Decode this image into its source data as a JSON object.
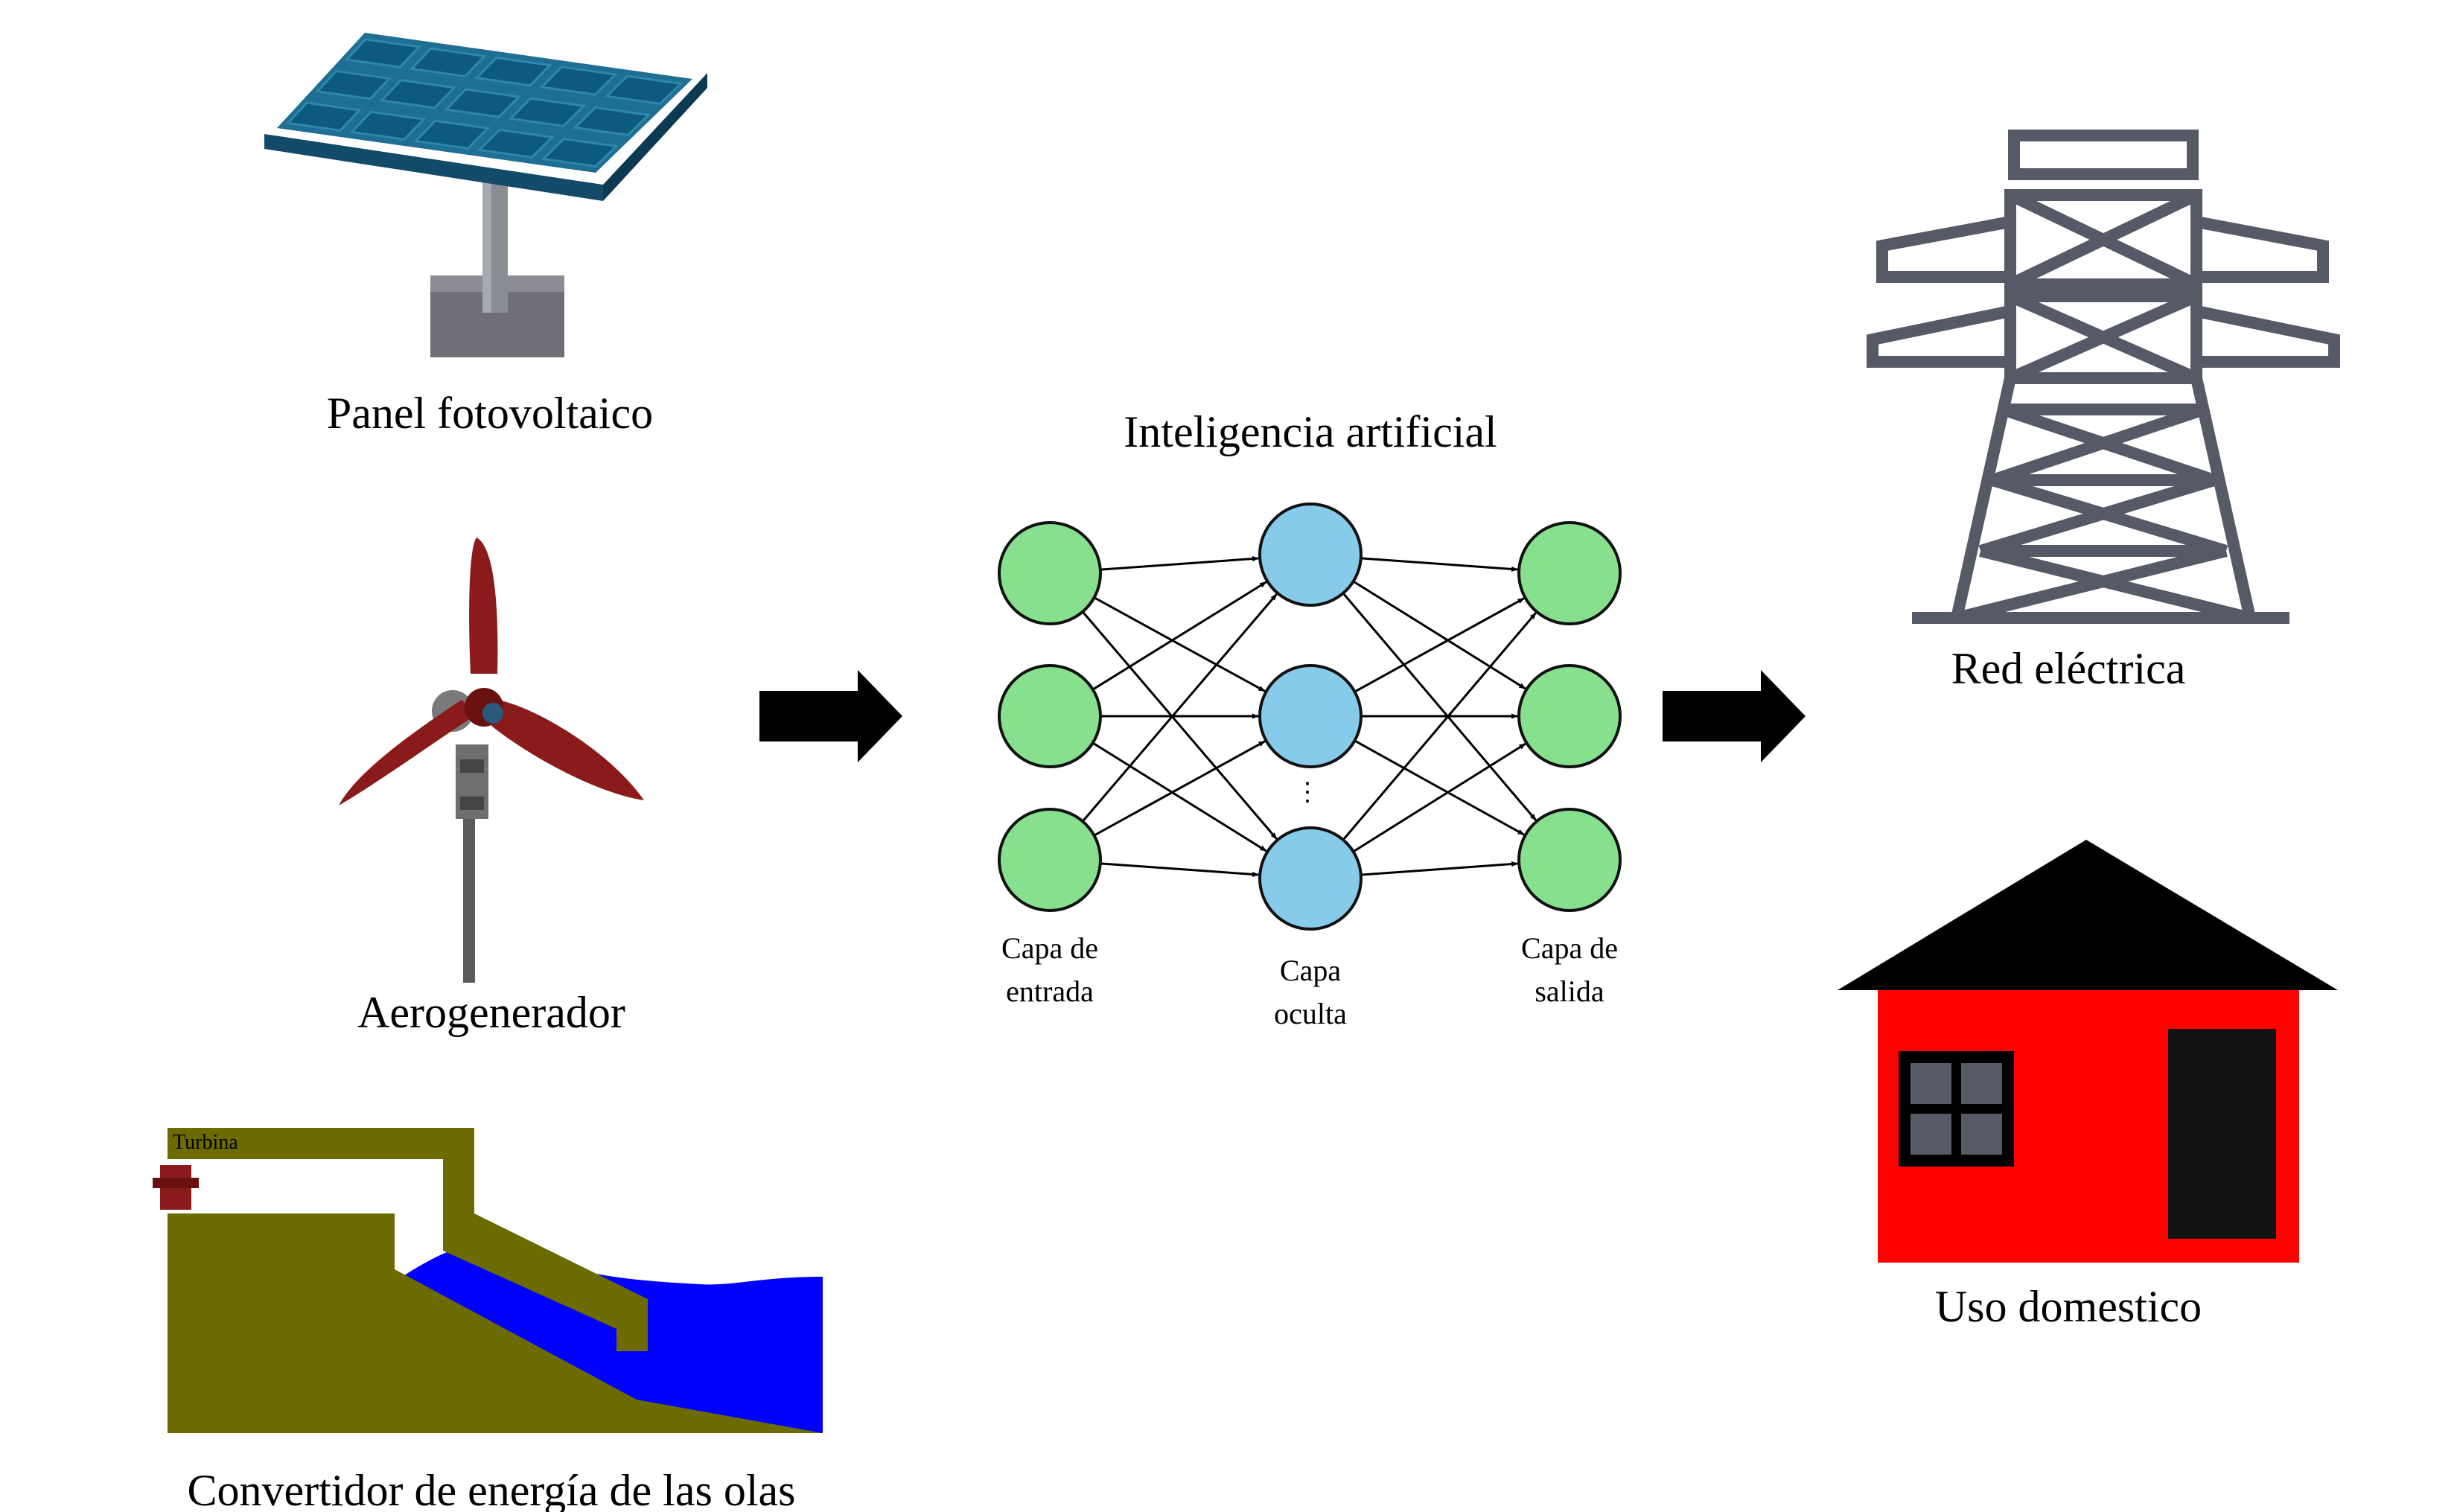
{
  "sources": {
    "solar_label": "Panel fotovoltaico",
    "wind_label": "Aerogenerador",
    "wave_label": "Convertidor de energía de las olas",
    "turbine_label": "Turbina"
  },
  "ai": {
    "title": "Inteligencia artificial",
    "input_layer": [
      "Capa de",
      "entrada"
    ],
    "hidden_layer": [
      "Capa",
      "oculta"
    ],
    "output_layer": [
      "Capa de",
      "salida"
    ],
    "ellipsis": "⋮"
  },
  "destinations": {
    "grid_label": "Red eléctrica",
    "home_label": "Uso domestico"
  },
  "colors": {
    "input_node": "#86e08e",
    "hidden_node": "#87cbea",
    "output_node": "#86e08e",
    "blade": "#8b1a1a",
    "tower": "#555a66",
    "house_wall": "#ff0000",
    "water": "#0000ff",
    "ground": "#6b6b00"
  }
}
